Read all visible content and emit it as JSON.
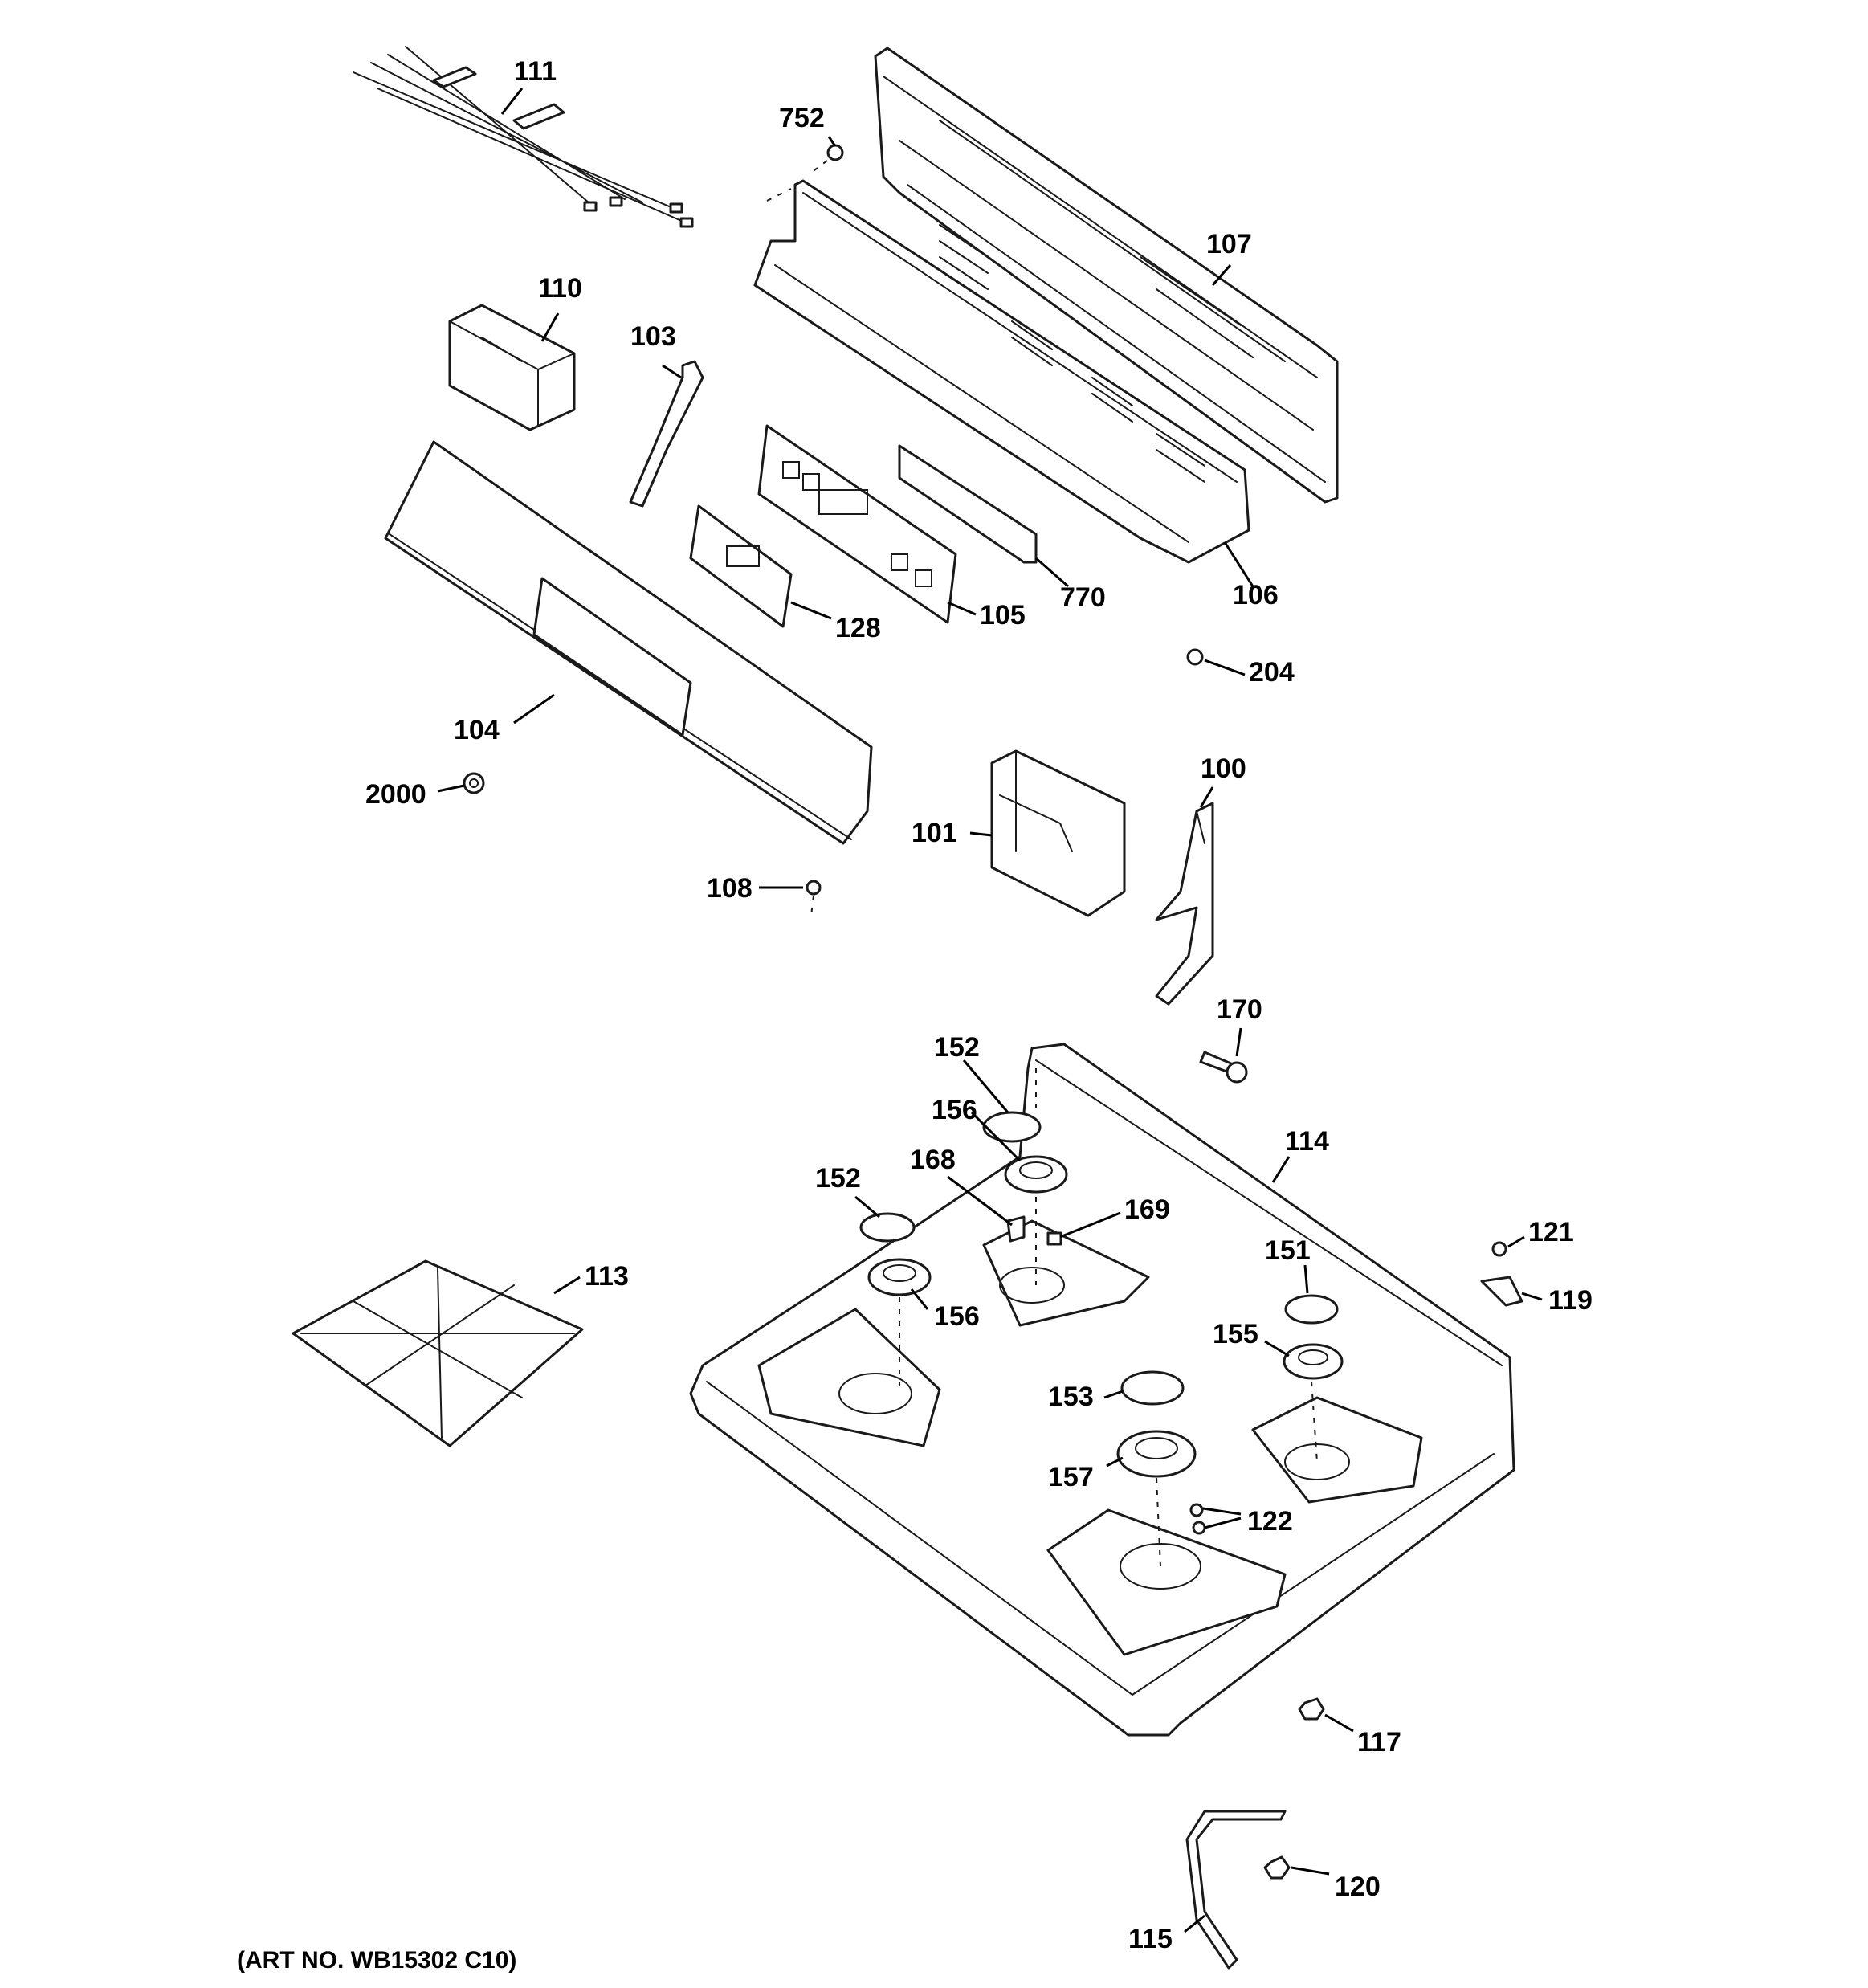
{
  "art_number": "(ART NO. WB15302 C10)",
  "callouts": {
    "c111": "111",
    "c752": "752",
    "c107": "107",
    "c110": "110",
    "c103": "103",
    "c770": "770",
    "c106": "106",
    "c128": "128",
    "c105": "105",
    "c204": "204",
    "c104": "104",
    "c2000": "2000",
    "c100": "100",
    "c101": "101",
    "c108": "108",
    "c170": "170",
    "c152a": "152",
    "c156a": "156",
    "c168": "168",
    "c169": "169",
    "c152b": "152",
    "c114": "114",
    "c113": "113",
    "c156b": "156",
    "c121": "121",
    "c151": "151",
    "c119": "119",
    "c155": "155",
    "c153": "153",
    "c157": "157",
    "c122": "122",
    "c117": "117",
    "c120": "120",
    "c115": "115"
  }
}
